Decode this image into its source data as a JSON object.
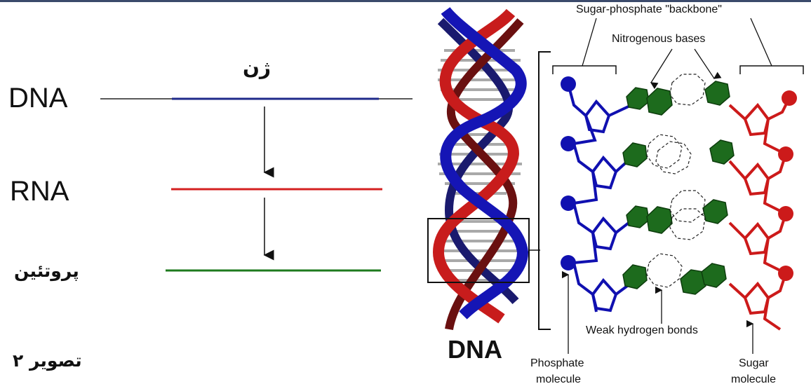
{
  "left": {
    "gene_label": "ژن",
    "dna_label": "DNA",
    "rna_label": "RNA",
    "protein_label": "پروتئین",
    "figure_caption": "تصویر ۲"
  },
  "helix": {
    "caption": "DNA"
  },
  "structure": {
    "backbone_label": "Sugar-phosphate \"backbone\"",
    "bases_label": "Nitrogenous bases",
    "hbonds_label": "Weak hydrogen bonds",
    "phosphate_label_1": "Phosphate",
    "phosphate_label_2": "molecule",
    "sugar_label_1": "Sugar",
    "sugar_label_2": "molecule"
  },
  "colors": {
    "dna_line": "#1f2a8a",
    "rna_line": "#d42020",
    "protein_line": "#1e7a1e",
    "blue_strand": "#1010b0",
    "red_strand": "#cc1a1a",
    "base_green": "#1d6b1d"
  }
}
